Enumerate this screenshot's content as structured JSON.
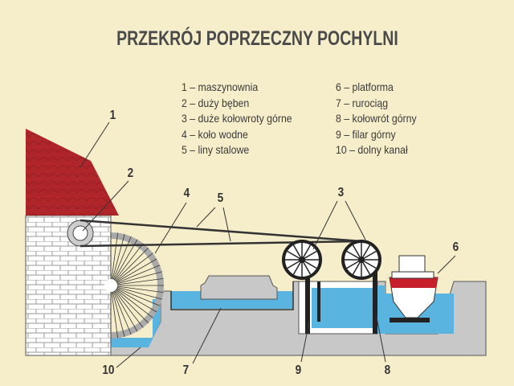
{
  "title": "PRZEKRÓJ POPRZECZNY POCHYLNI",
  "legend_left": [
    "1 – maszynownia",
    "2 – duży bęben",
    "3 – duże kołowroty górne",
    "4 – koło wodne",
    "5 – liny stalowe"
  ],
  "legend_right": [
    "6 – platforma",
    "7 – rurociąg",
    "8 – kołowrót górny",
    "9 – filar górny",
    "10 – dolny kanał"
  ],
  "labels": {
    "n1": "1",
    "n2": "2",
    "n3": "3",
    "n4": "4",
    "n5": "5",
    "n6": "6",
    "n7": "7",
    "n8": "8",
    "n9": "9",
    "n10": "10"
  },
  "colors": {
    "background": "#f6eecb",
    "roof": "#b0252a",
    "water": "#5ab4e0",
    "ground": "#c8c8c8"
  }
}
